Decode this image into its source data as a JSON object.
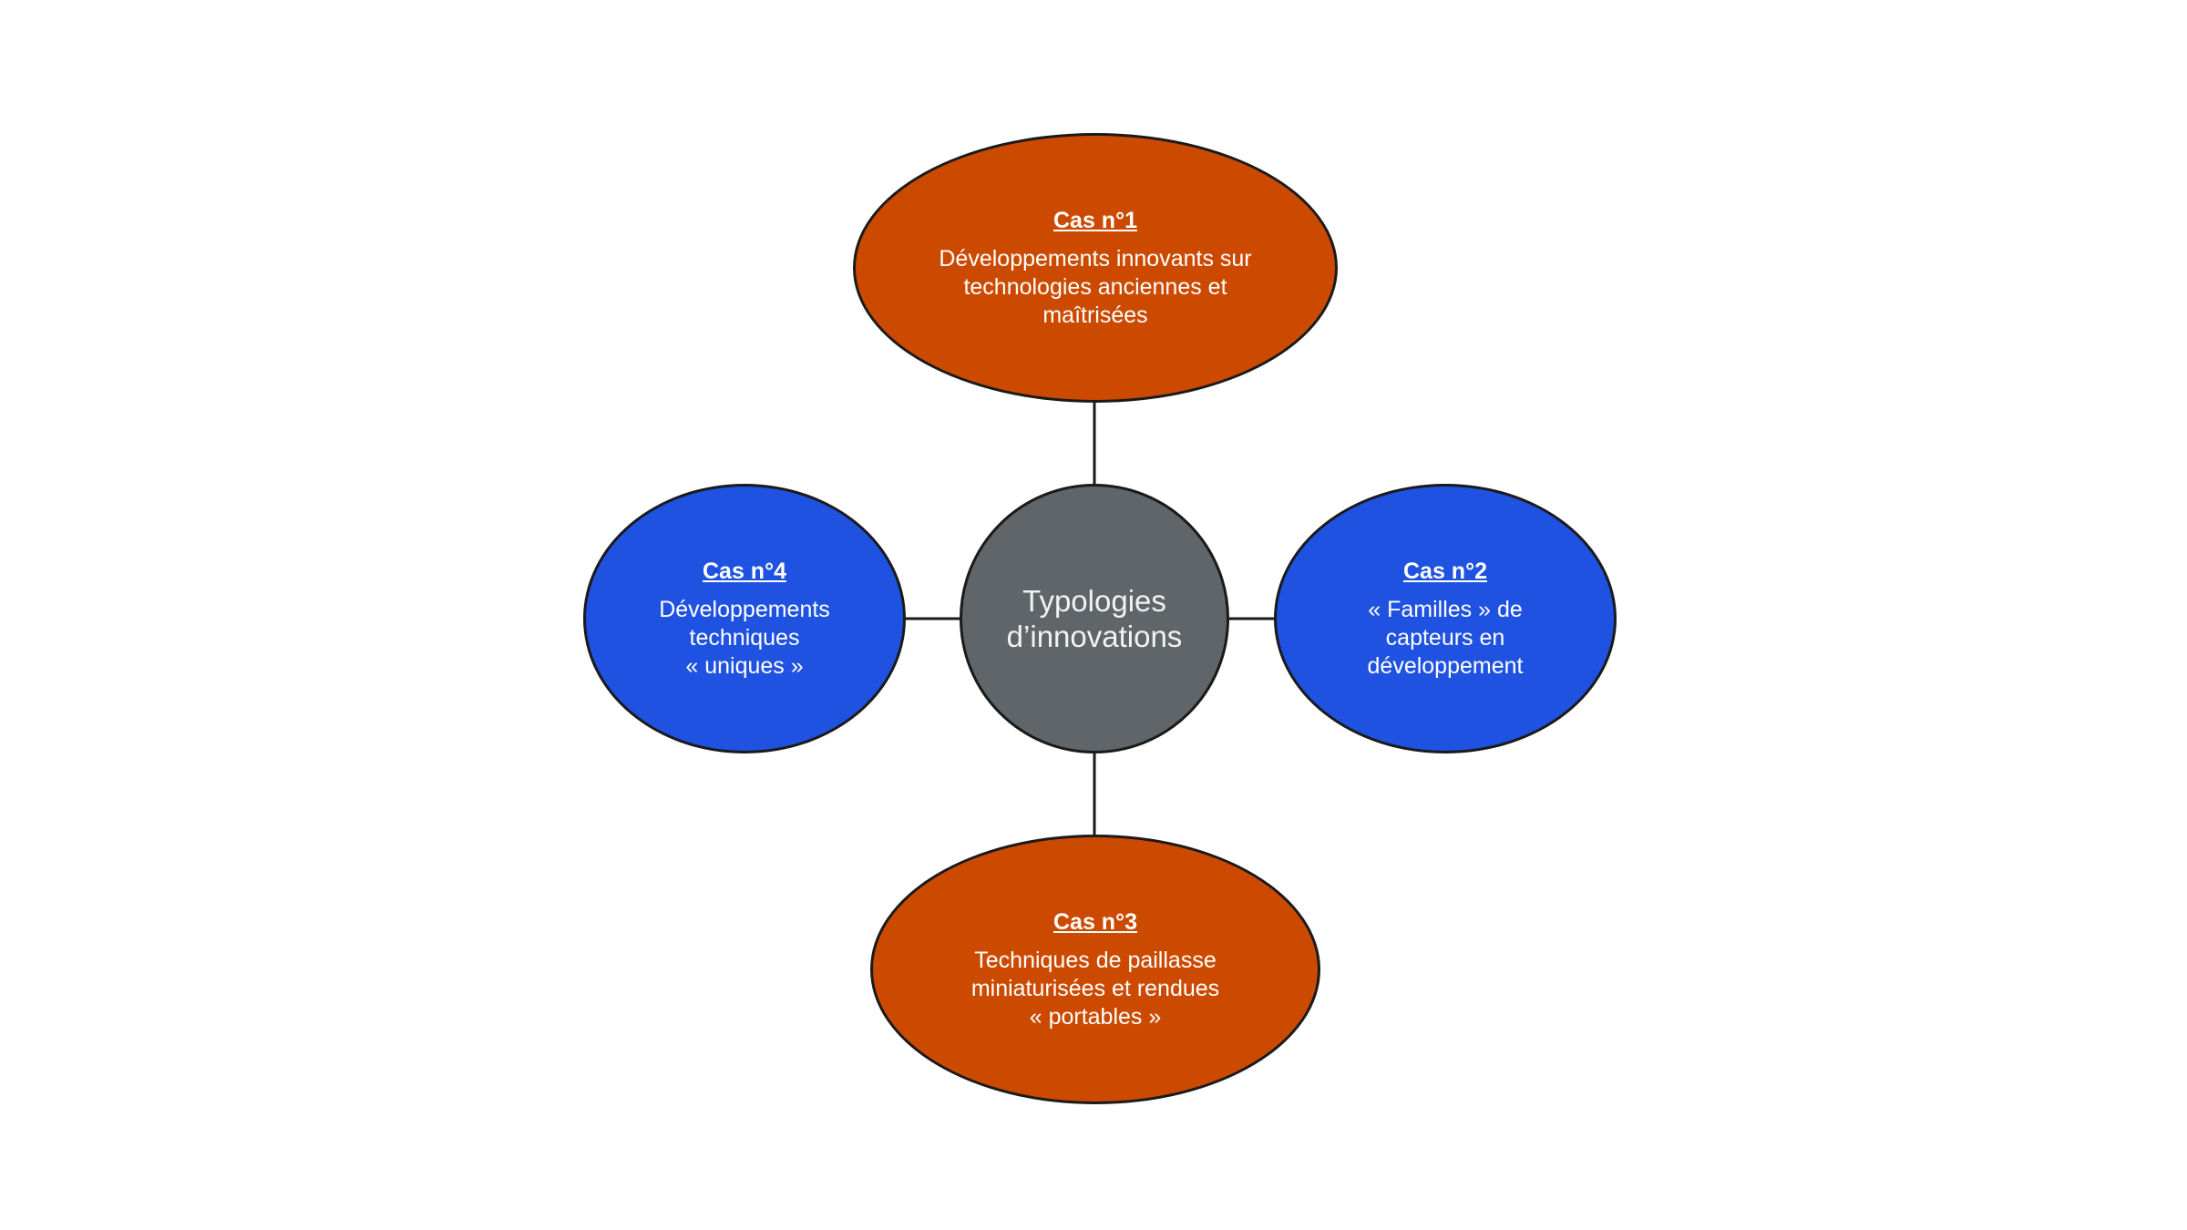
{
  "colors": {
    "orange": "#cc4a00",
    "blue": "#1f52e0",
    "gray": "#5f6568",
    "outline": "#1a1a1a"
  },
  "center": {
    "label": "Typologies\nd’innovations"
  },
  "cases": [
    {
      "title": "Cas n°1",
      "description": "Développements innovants sur\ntechnologies anciennes et\nmaîtrisées",
      "color": "orange"
    },
    {
      "title": "Cas n°2",
      "description": "« Familles » de\ncapteurs en\ndéveloppement",
      "color": "blue"
    },
    {
      "title": "Cas n°3",
      "description": "Techniques de paillasse\nminiaturisées et rendues\n« portables »",
      "color": "orange"
    },
    {
      "title": "Cas n°4",
      "description": "Développements\ntechniques\n« uniques »",
      "color": "blue"
    }
  ]
}
